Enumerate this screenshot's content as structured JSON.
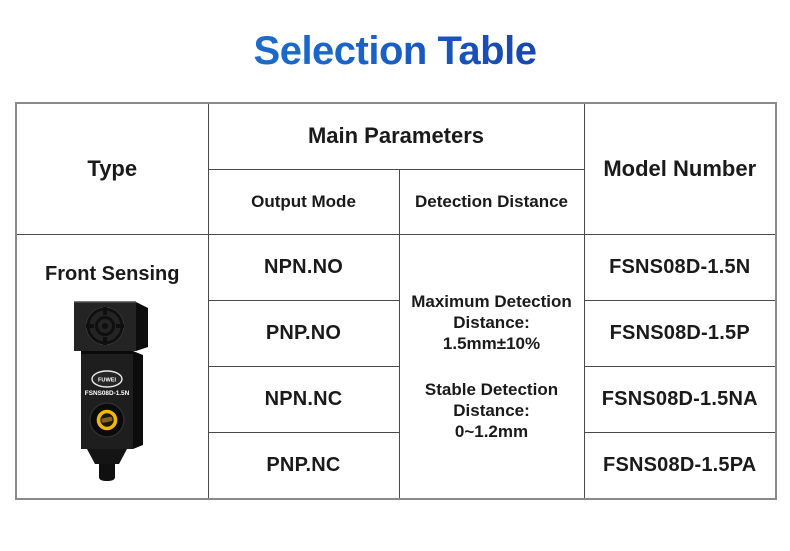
{
  "page": {
    "title": "Selection Table"
  },
  "colors": {
    "title_gradient_start": "#1e7ad6",
    "title_gradient_end": "#121c8e",
    "table_border_outer": "#8a8a8a",
    "table_border_inner": "#4a4a4a",
    "text": "#1a1a1a",
    "led_ring": "#f2b800"
  },
  "table": {
    "headers": {
      "type": "Type",
      "main_parameters": "Main Parameters",
      "output_mode": "Output Mode",
      "detection_distance": "Detection Distance",
      "model_number": "Model Number"
    },
    "type_cell": {
      "label": "Front Sensing"
    },
    "detection_cell": {
      "maximum": {
        "line1": "Maximum Detection",
        "line2": "Distance:",
        "value": "1.5mm±10%"
      },
      "stable": {
        "line1": "Stable Detection",
        "line2": "Distance:",
        "value": "0~1.2mm"
      }
    },
    "rows": [
      {
        "output_mode": "NPN.NO",
        "model_number": "FSNS08D-1.5N"
      },
      {
        "output_mode": "PNP.NO",
        "model_number": "FSNS08D-1.5P"
      },
      {
        "output_mode": "NPN.NC",
        "model_number": "FSNS08D-1.5NA"
      },
      {
        "output_mode": "PNP.NC",
        "model_number": "FSNS08D-1.5PA"
      }
    ]
  },
  "product": {
    "brand": "FUWEI",
    "model_label": "FSNS08D-1.5N"
  }
}
